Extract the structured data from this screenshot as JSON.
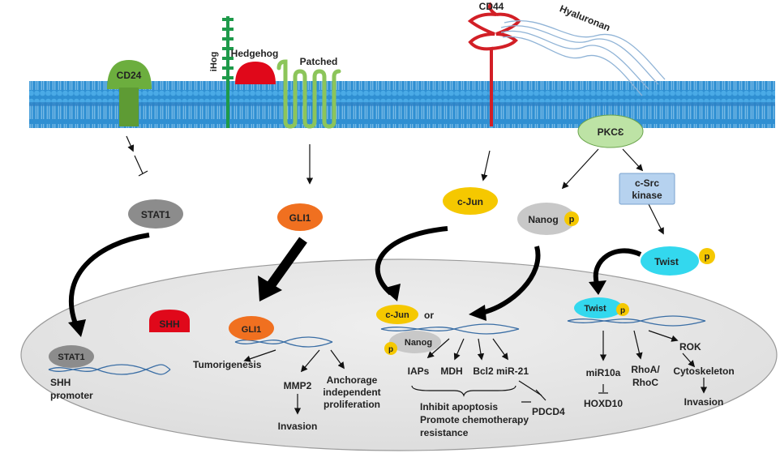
{
  "membrane": {
    "cd24": "CD24",
    "ihog": "iHog",
    "hedgehog": "Hedgehog",
    "patched": "Patched",
    "cd44": "CD44",
    "hyaluronan": "Hyaluronan"
  },
  "cytoplasm": {
    "pkce": "PKCƐ",
    "stat1": "STAT1",
    "gli1": "GLI1",
    "cjun": "c-Jun",
    "nanog": "Nanog",
    "csrc_line1": "c-Src",
    "csrc_line2": "kinase",
    "twist": "Twist",
    "phospho": "p"
  },
  "nucleus": {
    "stat1": "STAT1",
    "shh": "SHH",
    "shh_promoter_line1": "SHH",
    "shh_promoter_line2": "promoter",
    "gli1": "GLI1",
    "tumorigenesis": "Tumorigenesis",
    "mmp2": "MMP2",
    "invasion_left": "Invasion",
    "anchorage_line1": "Anchorage",
    "anchorage_line2": "independent",
    "anchorage_line3": "proliferation",
    "cjun": "c-Jun",
    "or": "or",
    "nanog": "Nanog",
    "iaps": "IAPs",
    "mdh": "MDH",
    "bcl2": "Bcl2",
    "mir21": "miR-21",
    "pdcd4": "PDCD4",
    "outcome_line1": "Inhibit apoptosis",
    "outcome_line2": "Promote chemotherapy",
    "outcome_line3": "resistance",
    "twist": "Twist",
    "mir10a": "miR10a",
    "hoxd10": "HOXD10",
    "rhoa": "RhoA/",
    "rhoc": "RhoC",
    "rok": "ROK",
    "cytoskeleton": "Cytoskeleton",
    "invasion_right": "Invasion",
    "phospho": "p"
  },
  "colors": {
    "membrane_blue": "#3fa0dc",
    "membrane_dark": "#1f6fb0",
    "cd24_green": "#6cae3e",
    "patched_green": "#8cc55a",
    "ihog_green": "#1e9a4a",
    "hedgehog_red": "#e0081a",
    "cd44_red": "#d21f26",
    "hyaluronan_blue": "#8fb3d6",
    "pkce_green": "#bde3a5",
    "stat1_gray": "#8c8c8c",
    "gli1_orange": "#f07020",
    "cjun_yellow": "#f5c800",
    "nanog_gray": "#c8c8c8",
    "twist_cyan": "#33d8ee",
    "phospho_yellow": "#f5c800",
    "csrc_blue": "#b6d2ef",
    "nucleus_fill": "#e4e4e4"
  }
}
